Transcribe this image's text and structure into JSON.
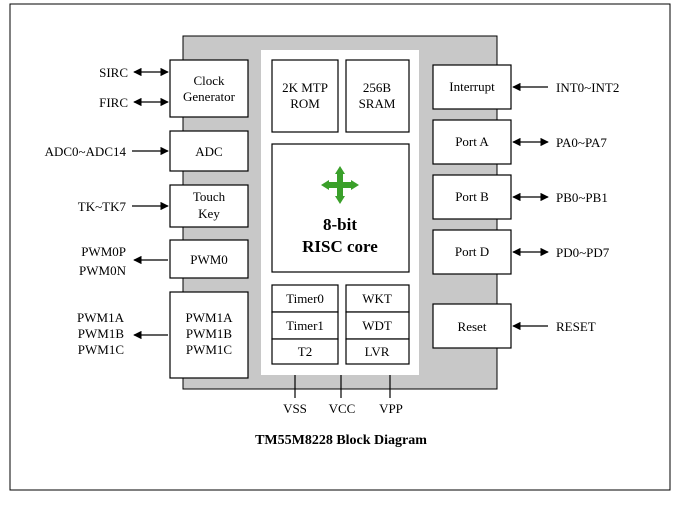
{
  "title": "TM55M8228 Block Diagram",
  "colors": {
    "chip_body": "#c8c8c8",
    "core_panel": "#ffffff",
    "logo": "#3aa02a",
    "line": "#000000"
  },
  "left_blocks": {
    "clock_l1": "Clock",
    "clock_l2": "Generator",
    "adc": "ADC",
    "touch_l1": "Touch",
    "touch_l2": "Key",
    "pwm0": "PWM0",
    "pwm1_l1": "PWM1A",
    "pwm1_l2": "PWM1B",
    "pwm1_l3": "PWM1C"
  },
  "left_signals": {
    "sirc": "SIRC",
    "firc": "FIRC",
    "adc": "ADC0~ADC14",
    "tk": "TK~TK7",
    "pwm0p": "PWM0P",
    "pwm0n": "PWM0N",
    "pwm1a": "PWM1A",
    "pwm1b": "PWM1B",
    "pwm1c": "PWM1C"
  },
  "center": {
    "rom_l1": "2K MTP",
    "rom_l2": "ROM",
    "sram_l1": "256B",
    "sram_l2": "SRAM",
    "core_l1": "8-bit",
    "core_l2": "RISC core",
    "logo_icon": "green-cross-logo",
    "timer0": "Timer0",
    "timer1": "Timer1",
    "t2": "T2",
    "wkt": "WKT",
    "wdt": "WDT",
    "lvr": "LVR"
  },
  "right_blocks": {
    "interrupt": "Interrupt",
    "porta": "Port A",
    "portb": "Port B",
    "portd": "Port D",
    "reset": "Reset"
  },
  "right_signals": {
    "int": "INT0~INT2",
    "pa": "PA0~PA7",
    "pb": "PB0~PB1",
    "pd": "PD0~PD7",
    "reset": "RESET"
  },
  "power_pins": {
    "vss": "VSS",
    "vcc": "VCC",
    "vpp": "VPP"
  }
}
